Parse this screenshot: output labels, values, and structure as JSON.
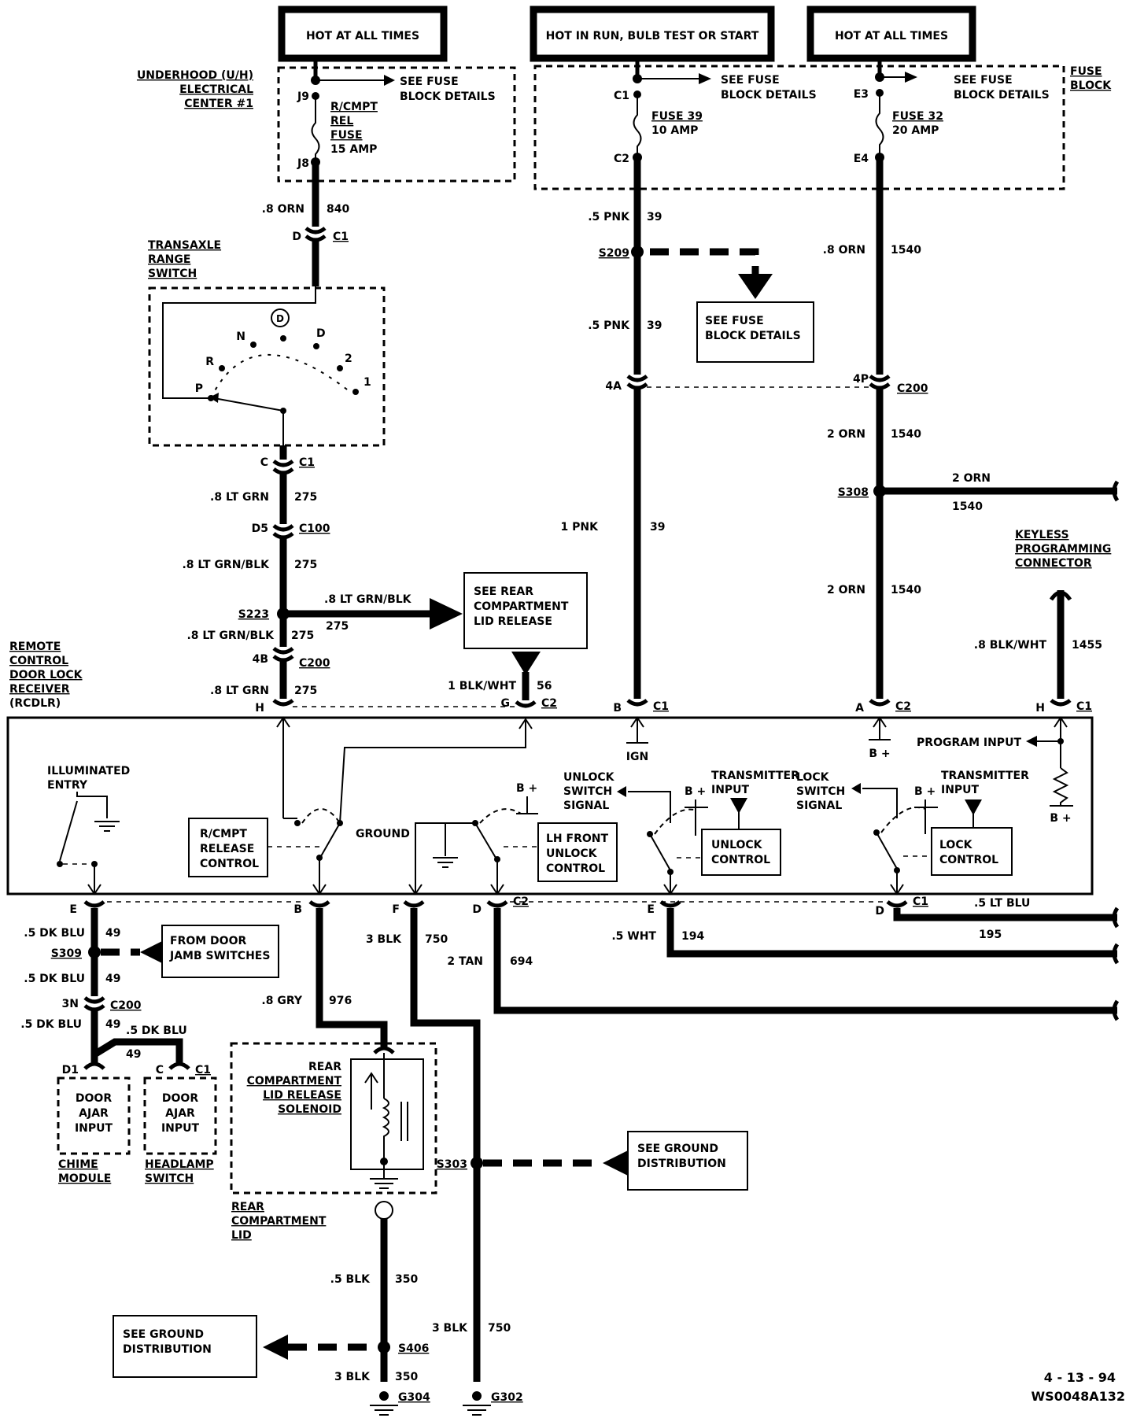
{
  "power": {
    "hot1": "HOT AT ALL TIMES",
    "hot2": "HOT IN RUN, BULB TEST OR START",
    "hot3": "HOT AT ALL TIMES"
  },
  "underhood": {
    "title1": "UNDERHOOD (U/H)",
    "title2": "ELECTRICAL",
    "title3": "CENTER #1",
    "see1": "SEE FUSE",
    "see2": "BLOCK DETAILS",
    "j9": "J9",
    "j8": "J8",
    "fuse1": "R/CMPT",
    "fuse2": "REL",
    "fuse3": "FUSE",
    "fuse4": "15 AMP"
  },
  "fuseblock": {
    "title1": "FUSE",
    "title2": "BLOCK",
    "see1": "SEE FUSE",
    "see2": "BLOCK DETAILS",
    "see3": "SEE FUSE",
    "see4": "BLOCK DETAILS",
    "c1": "C1",
    "c2": "C2",
    "e3": "E3",
    "e4": "E4",
    "fuse39": "FUSE 39",
    "amp10": "10 AMP",
    "fuse32": "FUSE 32",
    "amp20": "20 AMP"
  },
  "wires": {
    "w840a": ".8 ORN",
    "w840b": "840",
    "d_c1_d": "D",
    "d_c1": "C1",
    "w275a": ".8 LT GRN",
    "w275b": "275",
    "c_c1_c": "C",
    "c_c1": "C1",
    "d5": "D5",
    "c100": "C100",
    "w275c": ".8 LT GRN/BLK",
    "w275d": "275",
    "s223": "S223",
    "w275e": ".8 LT GRN/BLK",
    "w275f": "275",
    "w275g": ".8 LT GRN/BLK",
    "w275h": "275",
    "p4b": "4B",
    "c200a": "C200",
    "w275i": ".8 LT GRN",
    "w275j": "275",
    "h": "H",
    "w39a": ".5 PNK",
    "w39b": "39",
    "s209": "S209",
    "w39c": ".5 PNK",
    "w39d": "39",
    "p4a": "4A",
    "w39e": "1 PNK",
    "w39f": "39",
    "b": "B",
    "bc1": "C1",
    "w1540a": ".8 ORN",
    "w1540b": "1540",
    "p4p": "4P",
    "c200b": "C200",
    "w1540c": "2 ORN",
    "w1540d": "1540",
    "s308": "S308",
    "w1540e": "2 ORN",
    "w1540f": "1540",
    "w1540g": "2 ORN",
    "w1540h": "1540",
    "a": "A",
    "ac2": "C2",
    "w56a": "1 BLK/WHT",
    "w56b": "56",
    "g": "G",
    "gc2": "C2",
    "w1455a": ".8 BLK/WHT",
    "w1455b": "1455",
    "h2": "H",
    "hc1": "C1"
  },
  "labels": {
    "transaxle1": "TRANSAXLE",
    "transaxle2": "RANGE",
    "transaxle3": "SWITCH",
    "gear_d": "D",
    "gear_n": "N",
    "gear_r": "R",
    "gear_p": "P",
    "gear_dd": "D",
    "gear_2": "2",
    "gear_1": "1",
    "rear1": "SEE REAR",
    "rear2": "COMPARTMENT",
    "rear3": "LID RELEASE",
    "fuse_det1": "SEE FUSE",
    "fuse_det2": "BLOCK DETAILS",
    "keyless1": "KEYLESS",
    "keyless2": "PROGRAMMING",
    "keyless3": "CONNECTOR",
    "rcdlr1": "REMOTE",
    "rcdlr2": "CONTROL",
    "rcdlr3": "DOOR LOCK",
    "rcdlr4": "RECEIVER",
    "rcdlr5": "(RCDLR)"
  },
  "module": {
    "illum1": "ILLUMINATED",
    "illum2": "ENTRY",
    "rcmpt1": "R/CMPT",
    "rcmpt2": "RELEASE",
    "rcmpt3": "CONTROL",
    "ground": "GROUND",
    "lh1": "LH FRONT",
    "lh2": "UNLOCK",
    "lh3": "CONTROL",
    "bplus1": "B +",
    "unlock_sw1": "UNLOCK",
    "unlock_sw2": "SWITCH",
    "unlock_sw3": "SIGNAL",
    "bplus2": "B +",
    "trans_in1": "TRANSMITTER",
    "trans_in2": "INPUT",
    "unlock_ctl1": "UNLOCK",
    "unlock_ctl2": "CONTROL",
    "lock_sw1": "LOCK",
    "lock_sw2": "SWITCH",
    "lock_sw3": "SIGNAL",
    "bplus3": "B +",
    "trans_in3": "TRANSMITTER",
    "trans_in4": "INPUT",
    "lock_ctl1": "LOCK",
    "lock_ctl2": "CONTROL",
    "ign": "IGN",
    "bplus4": "B +",
    "program": "PROGRAM INPUT",
    "bplus5": "B +"
  },
  "lower": {
    "e": "E",
    "w49a": ".5 DK BLU",
    "w49b": "49",
    "s309": "S309",
    "door1": "FROM DOOR",
    "door2": "JAMB SWITCHES",
    "w49c": ".5 DK BLU",
    "w49d": "49",
    "p3n": "3N",
    "c200c": "C200",
    "w49e": ".5 DK BLU",
    "w49f": "49",
    "w49g": ".5 DK BLU",
    "w49h": "49",
    "d1": "D1",
    "c_hl": "C",
    "c1_hl": "C1",
    "ajar1": "DOOR",
    "ajar2": "AJAR",
    "ajar3": "INPUT",
    "ajar4": "DOOR",
    "ajar5": "AJAR",
    "ajar6": "INPUT",
    "chime1": "CHIME",
    "chime2": "MODULE",
    "hl1": "HEADLAMP",
    "hl2": "SWITCH",
    "b": "B",
    "w976a": ".8 GRY",
    "w976b": "976",
    "f": "F",
    "w750a": "3 BLK",
    "w750b": "750",
    "d": "D",
    "dc2": "C2",
    "w694a": "2 TAN",
    "w694b": "694",
    "e2": "E",
    "w194a": ".5 WHT",
    "w194b": "194",
    "d2": "D",
    "d2c1": "C1",
    "w195a": ".5 LT BLU",
    "w195b": "195",
    "sol1": "REAR",
    "sol2": "COMPARTMENT",
    "sol3": "LID RELEASE",
    "sol4": "SOLENOID",
    "lid1": "REAR",
    "lid2": "COMPARTMENT",
    "lid3": "LID",
    "s303": "S303",
    "gnd1": "SEE GROUND",
    "gnd2": "DISTRIBUTION",
    "w350a": ".5 BLK",
    "w350b": "350",
    "s406": "S406",
    "gnd3": "SEE GROUND",
    "gnd4": "DISTRIBUTION",
    "w350c": "3 BLK",
    "w350d": "350",
    "g304": "G304",
    "w750c": "3 BLK",
    "w750d": "750",
    "g302": "G302"
  },
  "footer": {
    "date": "4 - 13 - 94",
    "code": "WS0048A132"
  }
}
